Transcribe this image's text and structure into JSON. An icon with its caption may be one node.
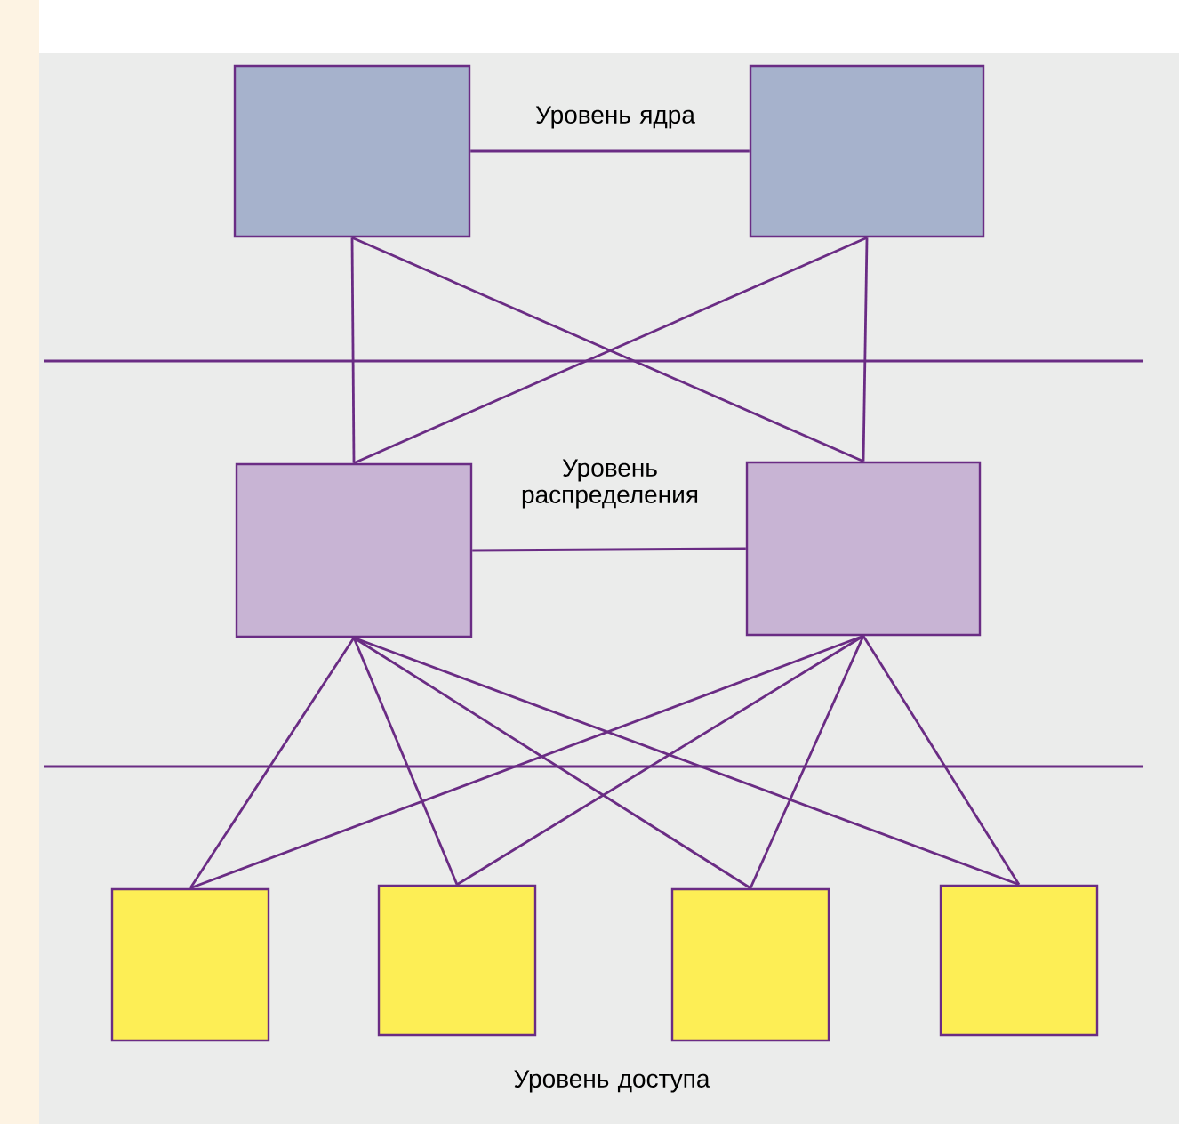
{
  "diagram": {
    "nodes": [
      {
        "text": [],
        "shape": "box"
      },
      {
        "text": [],
        "shape": "box"
      },
      {
        "text": [],
        "shape": "box"
      },
      {
        "text": [],
        "shape": "box"
      },
      {
        "text": [],
        "shape": "box"
      },
      {
        "text": [],
        "shape": "box"
      },
      {
        "text": [],
        "shape": "box"
      },
      {
        "text": [],
        "shape": "box"
      }
    ],
    "edges": [
      {
        "from": 0,
        "to": 1,
        "arrow": "none"
      },
      {
        "from": 0,
        "to": 2,
        "arrow": "none"
      },
      {
        "from": 0,
        "to": 3,
        "arrow": "none"
      },
      {
        "from": 1,
        "to": 2,
        "arrow": "none"
      },
      {
        "from": 1,
        "to": 3,
        "arrow": "none"
      },
      {
        "from": 2,
        "to": 3,
        "arrow": "none"
      },
      {
        "from": 2,
        "to": 4,
        "arrow": "none"
      },
      {
        "from": 2,
        "to": 5,
        "arrow": "none"
      },
      {
        "from": 2,
        "to": 6,
        "arrow": "none"
      },
      {
        "from": 2,
        "to": 7,
        "arrow": "none"
      },
      {
        "from": 3,
        "to": 4,
        "arrow": "none"
      },
      {
        "from": 3,
        "to": 5,
        "arrow": "none"
      },
      {
        "from": 3,
        "to": 6,
        "arrow": "none"
      },
      {
        "from": 3,
        "to": 7,
        "arrow": "none"
      }
    ],
    "labels": [
      "Уровень ядра",
      "Уровень распределения",
      "Уровень доступа"
    ]
  }
}
